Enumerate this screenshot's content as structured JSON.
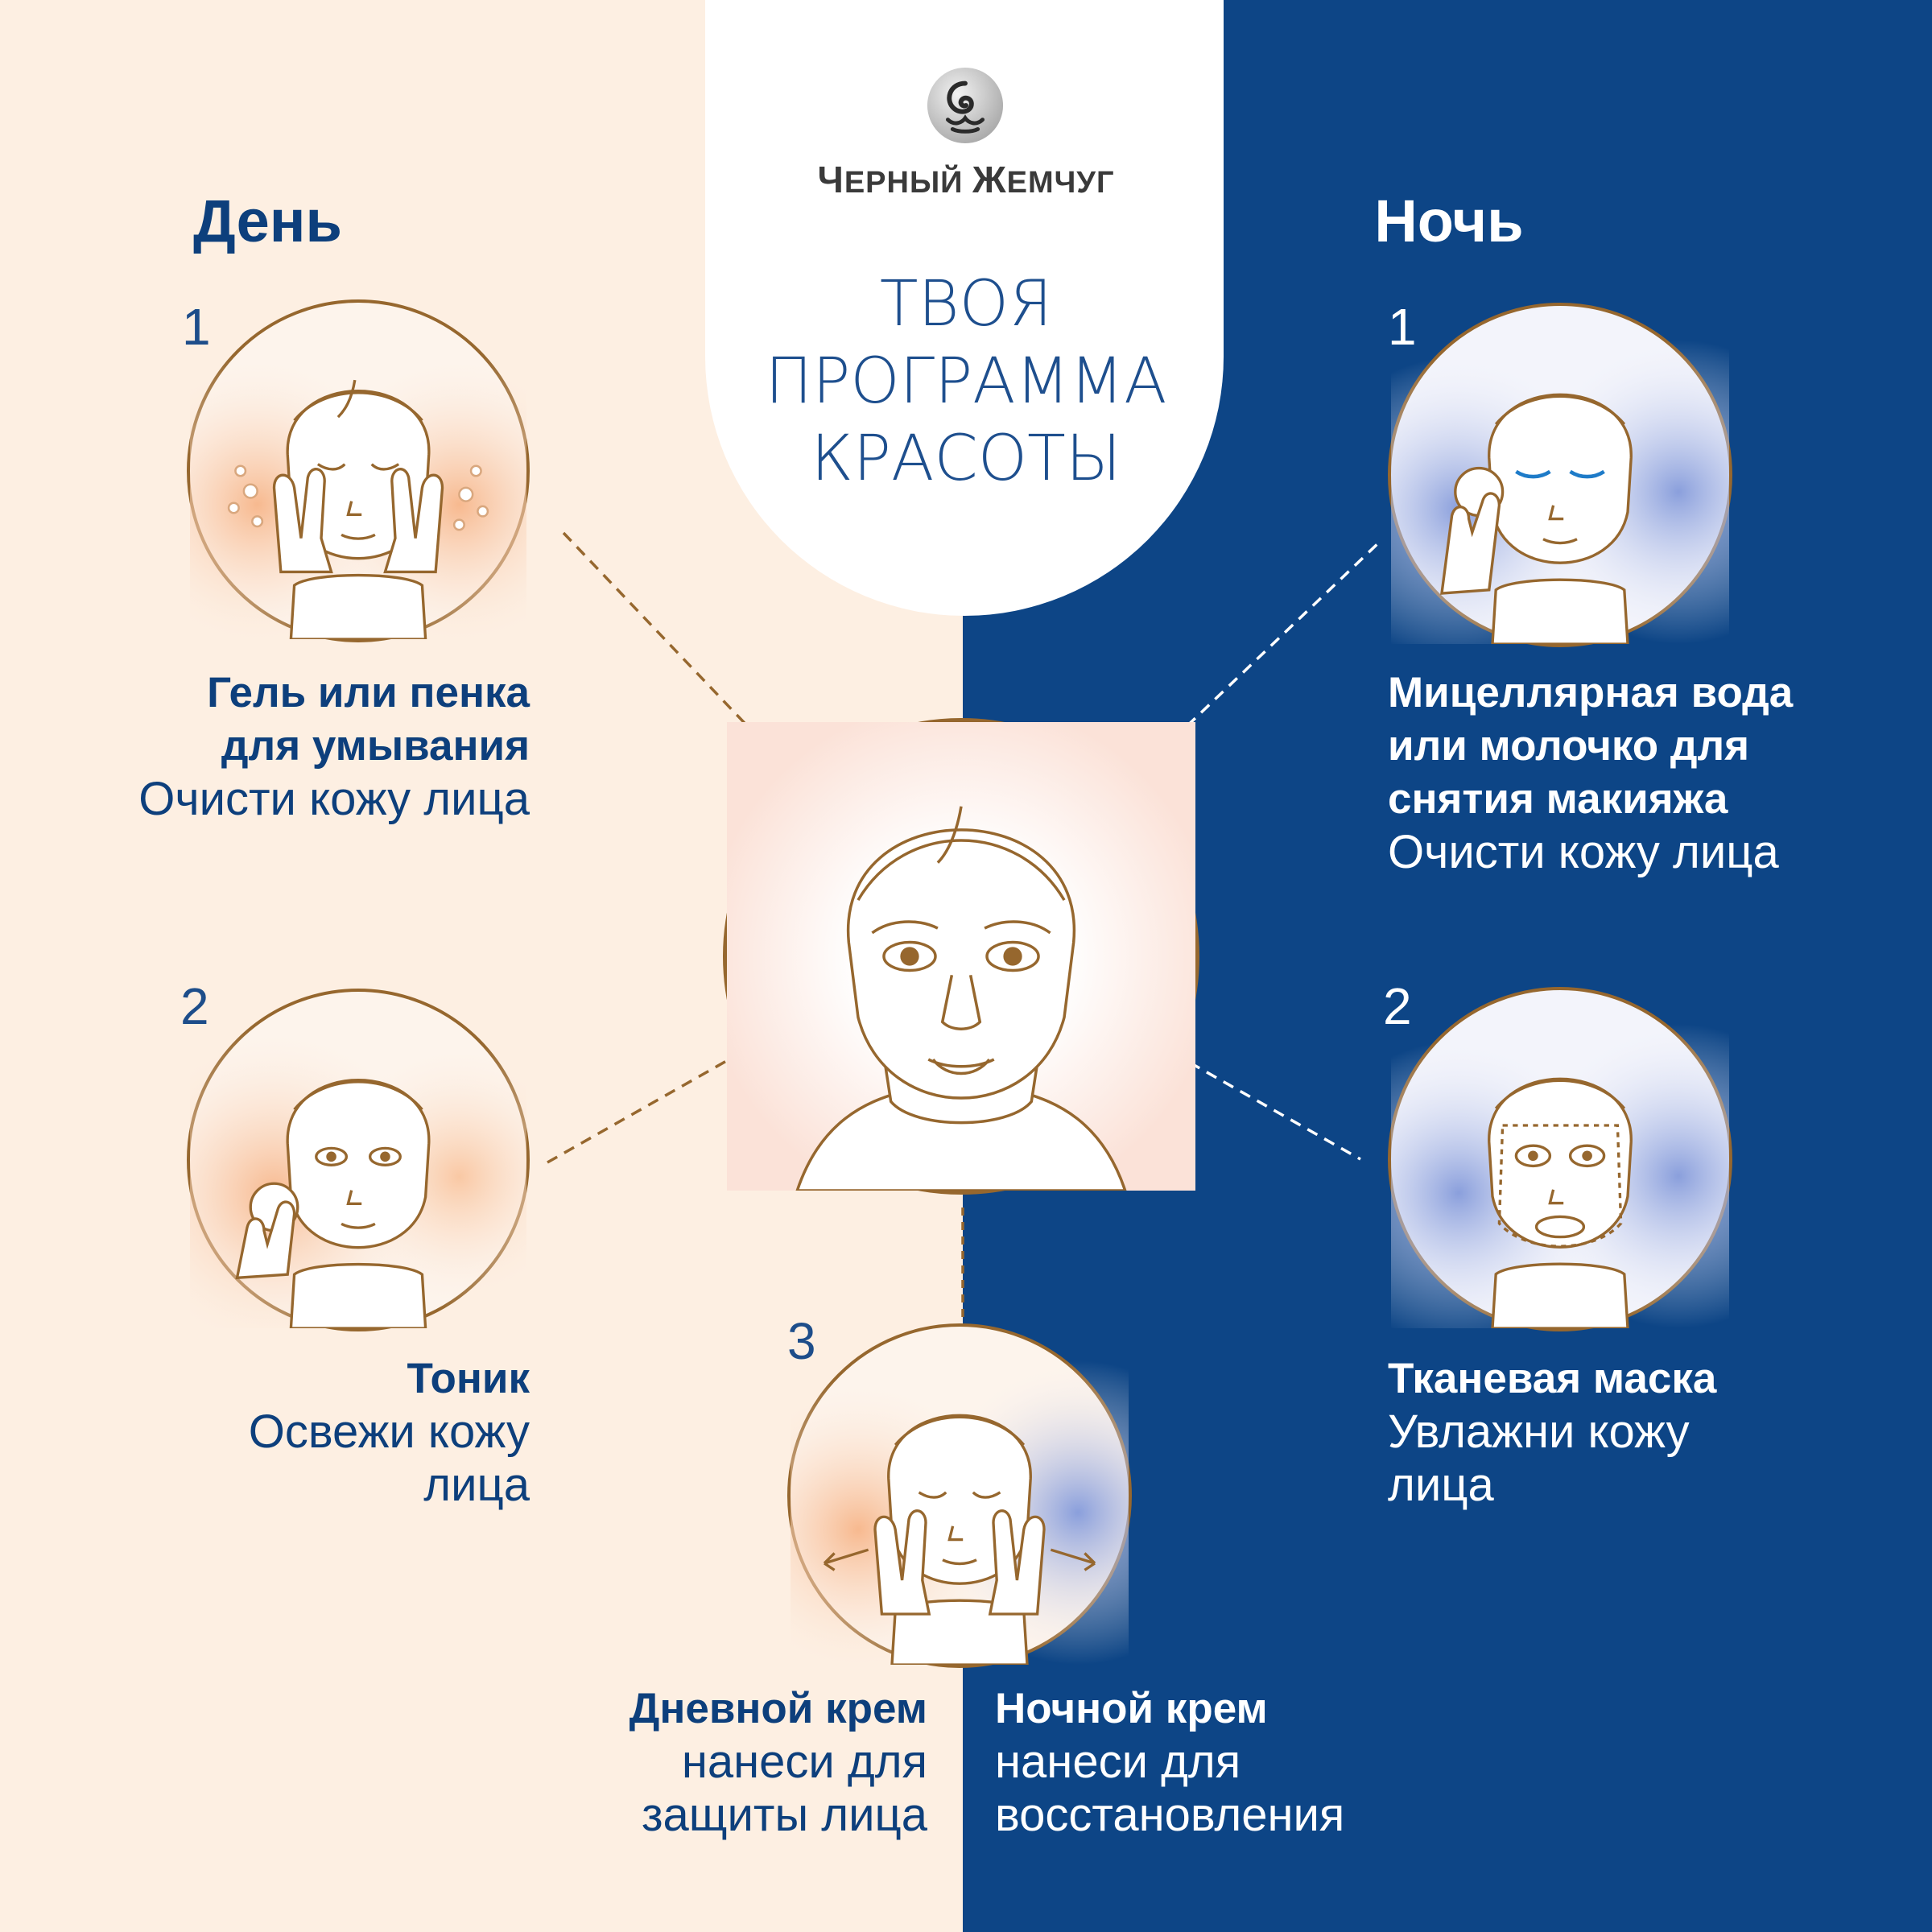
{
  "brand": {
    "name_first_cap": "Ч",
    "name_first_rest": "ЕРНЫЙ ",
    "name_second_cap": "Ж",
    "name_second_rest": "ЕМЧУГ"
  },
  "title": {
    "line1": "ТВОЯ",
    "line2": "ПРОГРАММА",
    "line3": "КРАСОТЫ"
  },
  "day": {
    "heading": "День",
    "steps": [
      {
        "number": "1",
        "lines_bold": [
          "Гель или пенка",
          "для умывания"
        ],
        "lines_light": [
          "Очисти кожу лица"
        ]
      },
      {
        "number": "2",
        "lines_bold": [
          "Тоник"
        ],
        "lines_light": [
          "Освежи кожу",
          "лица"
        ]
      },
      {
        "number": "3",
        "lines_bold": [
          "Дневной крем"
        ],
        "lines_light": [
          "нанеси для",
          "защиты лица"
        ]
      }
    ]
  },
  "night": {
    "heading": "Ночь",
    "steps": [
      {
        "number": "1",
        "lines_bold": [
          "Мицеллярная вода",
          "или молочко для",
          "снятия макияжа"
        ],
        "lines_light": [
          "Очисти кожу лица"
        ]
      },
      {
        "number": "2",
        "lines_bold": [
          "Тканевая маска"
        ],
        "lines_light": [
          "Увлажни кожу",
          "лица"
        ]
      },
      {
        "number": "3",
        "lines_bold": [
          "Ночной крем"
        ],
        "lines_light": [
          "нанеси для",
          "восстановления"
        ]
      }
    ]
  },
  "colors": {
    "day_background": "#fdefe2",
    "night_background": "#0d4586",
    "accent_blue": "#0d3f7c",
    "circle_border": "#96672e",
    "day_glow": "#f7b98f",
    "night_glow": "#8a9fdc"
  },
  "icons": [
    "brand-logo-icon",
    "face-illustration"
  ]
}
